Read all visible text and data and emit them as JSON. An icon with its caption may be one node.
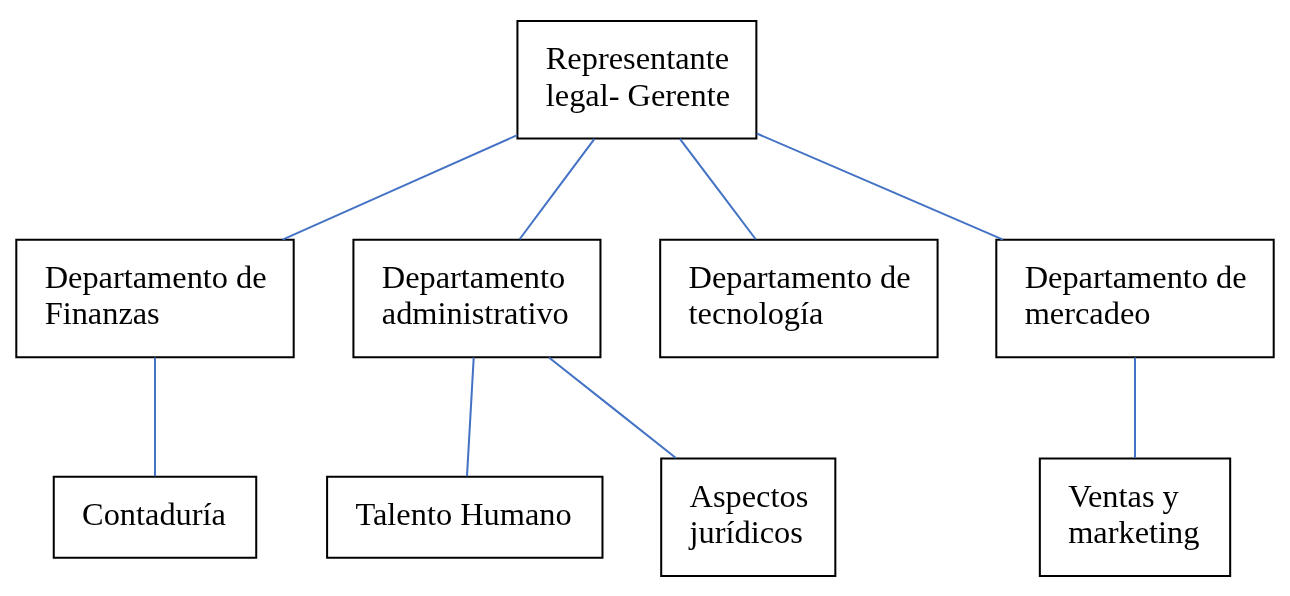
{
  "diagram": {
    "nodes": [
      {
        "text": [
          "Representante legal- Gerente"
        ]
      },
      {
        "text": [
          "Departamento de Finanzas"
        ]
      },
      {
        "text": [
          "Departamento administrativo"
        ]
      },
      {
        "text": [
          "Departamento de tecnología"
        ]
      },
      {
        "text": [
          "Departamento de mercadeo"
        ]
      },
      {
        "text": [
          "Contaduría"
        ]
      },
      {
        "text": [
          "Talento Humano"
        ]
      },
      {
        "text": [
          "Aspectos jurídicos"
        ]
      },
      {
        "text": [
          "Ventas y marketing"
        ]
      }
    ],
    "edges": [
      {
        "from": 0,
        "to": 1,
        "arrow": "none"
      },
      {
        "from": 0,
        "to": 2,
        "arrow": "none"
      },
      {
        "from": 0,
        "to": 3,
        "arrow": "none"
      },
      {
        "from": 0,
        "to": 4,
        "arrow": "none"
      },
      {
        "from": 1,
        "to": 5,
        "arrow": "none"
      },
      {
        "from": 2,
        "to": 6,
        "arrow": "none"
      },
      {
        "from": 2,
        "to": 7,
        "arrow": "none"
      },
      {
        "from": 4,
        "to": 8,
        "arrow": "none"
      }
    ]
  }
}
